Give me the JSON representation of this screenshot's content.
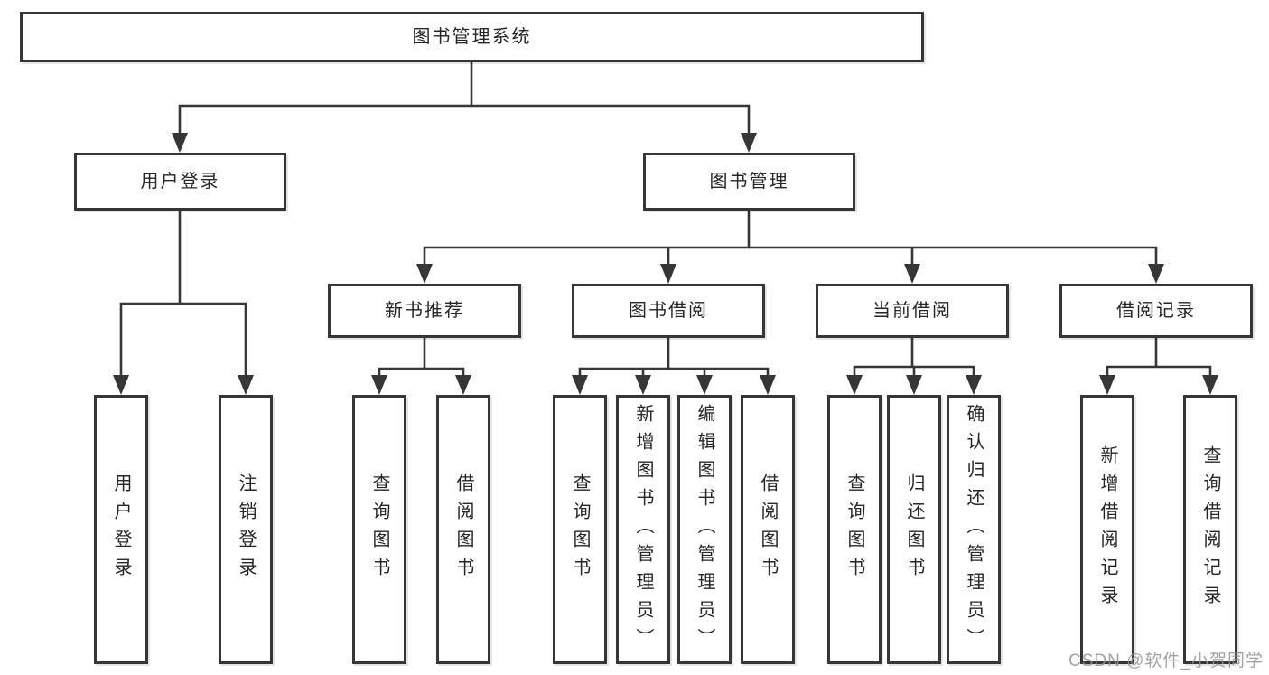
{
  "tree": {
    "root": {
      "label": "图书管理系统"
    },
    "branches": [
      {
        "label": "用户登录",
        "children": [
          {
            "label": "用户登录"
          },
          {
            "label": "注销登录"
          }
        ]
      },
      {
        "label": "图书管理"
      }
    ],
    "groups": [
      {
        "label": "新书推荐",
        "children": [
          {
            "label": "查询图书"
          },
          {
            "label": "借阅图书"
          }
        ]
      },
      {
        "label": "图书借阅",
        "children": [
          {
            "label": "查询图书"
          },
          {
            "label": "新增图书（管理员）"
          },
          {
            "label": "编辑图书（管理员）"
          },
          {
            "label": "借阅图书"
          }
        ]
      },
      {
        "label": "当前借阅",
        "children": [
          {
            "label": "查询图书"
          },
          {
            "label": "归还图书"
          },
          {
            "label": "确认归还（管理员）"
          }
        ]
      },
      {
        "label": "借阅记录",
        "children": [
          {
            "label": "新增借阅记录"
          },
          {
            "label": "查询借阅记录"
          }
        ]
      }
    ]
  },
  "watermark": {
    "text": "CSDN @软件_小贺同学"
  },
  "colors": {
    "line": "#363636",
    "box_border": "#363636",
    "text": "#262626",
    "watermark": "#949494",
    "background": "#ffffff"
  }
}
